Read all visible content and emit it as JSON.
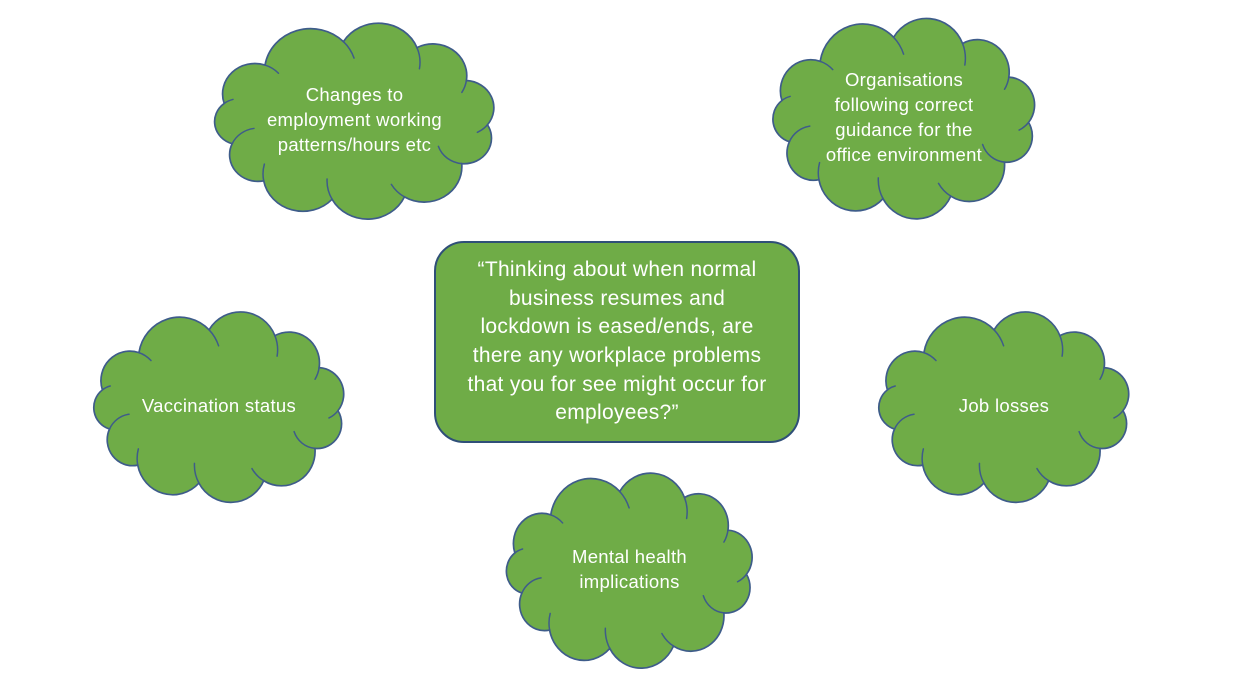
{
  "page": {
    "background": "#ffffff"
  },
  "colors": {
    "shape_fill": "#6FAC47",
    "shape_border": "#3E5C8A",
    "center_border": "#2F4F78",
    "text": "#FFFFFF"
  },
  "center_node": {
    "id": "center-question",
    "shape": "rounded-rectangle",
    "text": "“Thinking about when normal business resumes and lockdown is eased/ends, are there any workplace problems that you for see might occur for employees?”"
  },
  "clouds": [
    {
      "id": "changes-to-employment",
      "shape": "cloud",
      "text": "Changes to employment working patterns/hours etc"
    },
    {
      "id": "organisations-guidance",
      "shape": "cloud",
      "text": "Organisations following correct guidance for the office environment"
    },
    {
      "id": "vaccination-status",
      "shape": "cloud",
      "text": "Vaccination status"
    },
    {
      "id": "job-losses",
      "shape": "cloud",
      "text": "Job losses"
    },
    {
      "id": "mental-health-implications",
      "shape": "cloud",
      "text": "Mental health implications"
    }
  ]
}
